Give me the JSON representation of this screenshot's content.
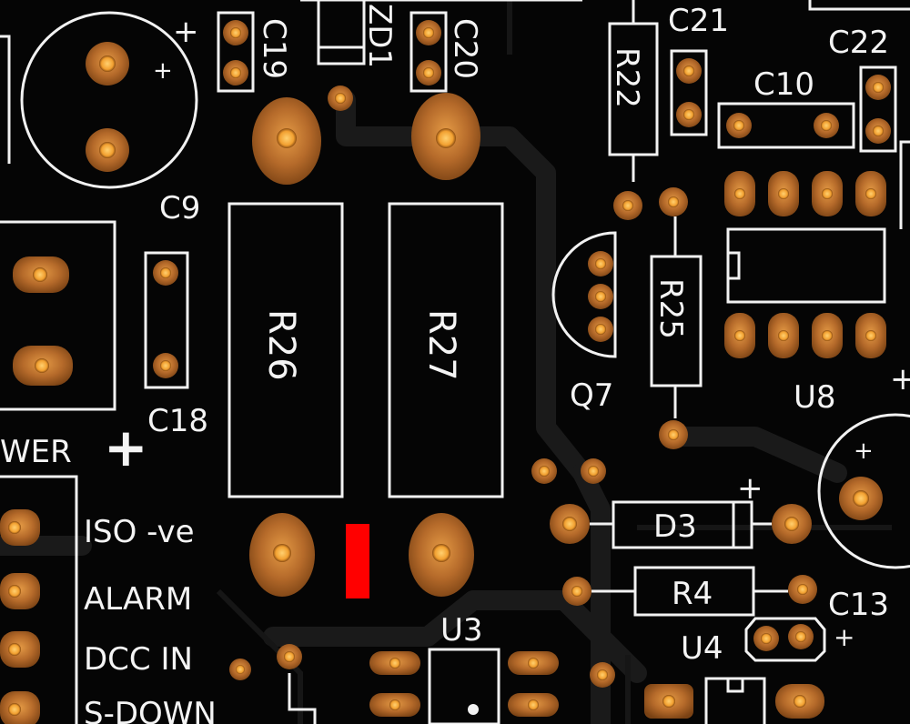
{
  "labels": {
    "c19": "C19",
    "zd1": "ZD1",
    "c20": "C20",
    "c21": "C21",
    "c22": "C22",
    "c10": "C10",
    "r22": "R22",
    "c9": "C9",
    "c18": "C18",
    "r26": "R26",
    "r27": "R27",
    "r25": "R25",
    "q7": "Q7",
    "u8": "U8",
    "d3": "D3",
    "r4": "R4",
    "c13": "C13",
    "u3": "U3",
    "u4": "U4",
    "wer": "WER",
    "iso": "ISO -ve",
    "alarm": "ALARM",
    "dccin": "DCC IN",
    "sdown": "S-DOWN",
    "plus": "+"
  },
  "colors": {
    "board": "#050505",
    "silkscreen": "#f2f2f2",
    "copper": "#b56a2a",
    "marker": "#ff0000"
  }
}
